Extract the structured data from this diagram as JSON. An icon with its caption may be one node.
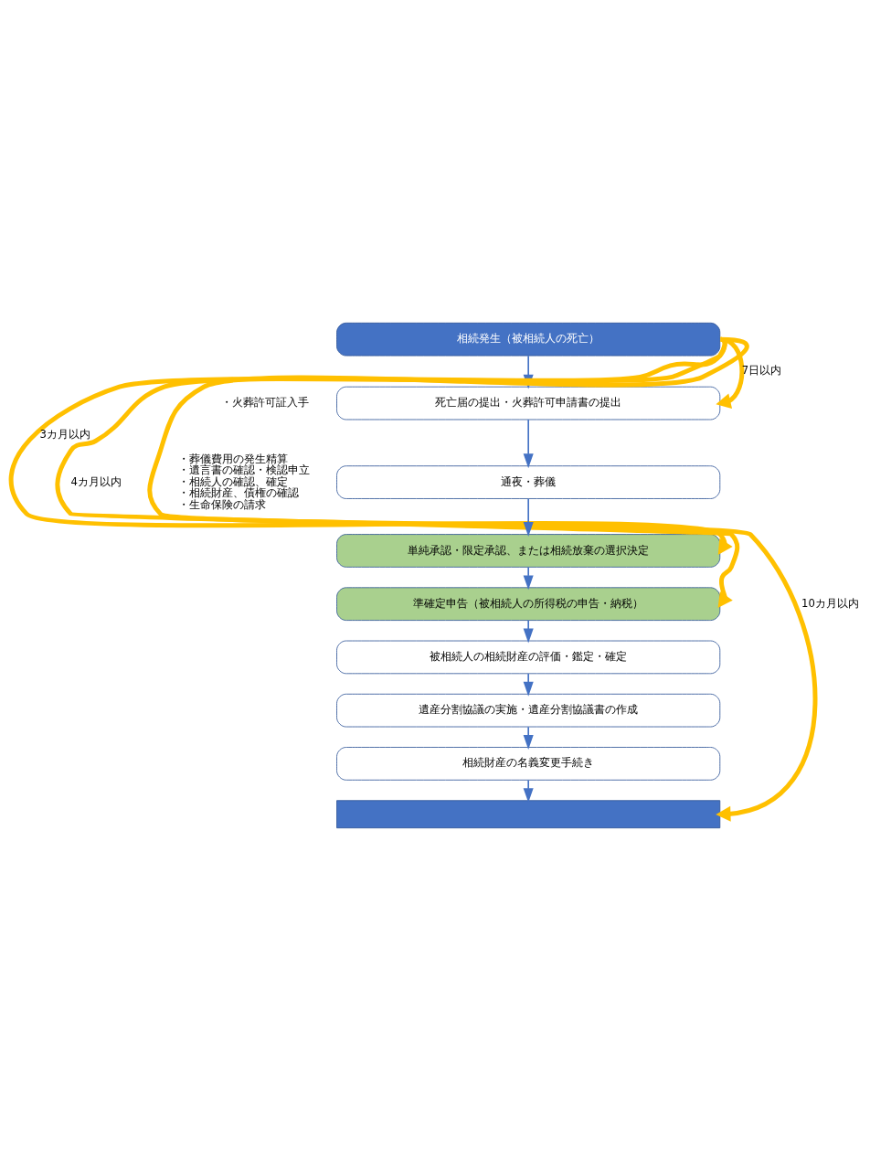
{
  "diagram": {
    "nodes": [
      {
        "text": [
          "相続発生（被相続人の死亡）"
        ]
      },
      {
        "text": [
          "死亡届の提出・火葬許可申請書の提出"
        ],
        "beside": [
          "・火葬許可証入手"
        ]
      },
      {
        "text": [
          "通夜・葬儀"
        ],
        "beside": [
          "・葬儀費用の発生精算",
          "・遺言書の確認・検認申立",
          "・相続人の確認、確定",
          "・相続財産、債権の確認",
          "・生命保険の請求"
        ]
      },
      {
        "text": [
          "単純承認・限定承認、または相続放棄の選択決定"
        ]
      },
      {
        "text": [
          "準確定申告（被相続人の所得税の申告・納税）"
        ]
      },
      {
        "text": [
          "被相続人の相続財産の評価・鑑定・確定"
        ]
      },
      {
        "text": [
          "遺産分割協議の実施・遺産分割協議書の作成"
        ]
      },
      {
        "text": [
          "相続財産の名義変更手続き"
        ]
      },
      {
        "text": [],
        "shape": "bar"
      }
    ],
    "edges": [
      {
        "from": 0,
        "to": 1,
        "arrow": "to"
      },
      {
        "from": 1,
        "to": 2,
        "arrow": "to"
      },
      {
        "from": 2,
        "to": 3,
        "arrow": "to"
      },
      {
        "from": 3,
        "to": 4,
        "arrow": "to"
      },
      {
        "from": 4,
        "to": 5,
        "arrow": "to"
      },
      {
        "from": 5,
        "to": 6,
        "arrow": "to"
      },
      {
        "from": 6,
        "to": 7,
        "arrow": "to"
      },
      {
        "from": 7,
        "to": 8,
        "arrow": "to"
      },
      {
        "from": 0,
        "to": 1,
        "arrow": "to",
        "label": "7日以内",
        "style": "thick",
        "color": "#ffc000"
      },
      {
        "from": 0,
        "to": 3,
        "arrow": "to",
        "label": "3カ月以内",
        "style": "thick",
        "color": "#ffc000"
      },
      {
        "from": 0,
        "to": 4,
        "arrow": "to",
        "label": "4カ月以内",
        "style": "thick",
        "color": "#ffc000"
      },
      {
        "from": 0,
        "to": 8,
        "arrow": "to",
        "label": "10カ月以内",
        "style": "thick",
        "color": "#ffc000"
      }
    ]
  }
}
